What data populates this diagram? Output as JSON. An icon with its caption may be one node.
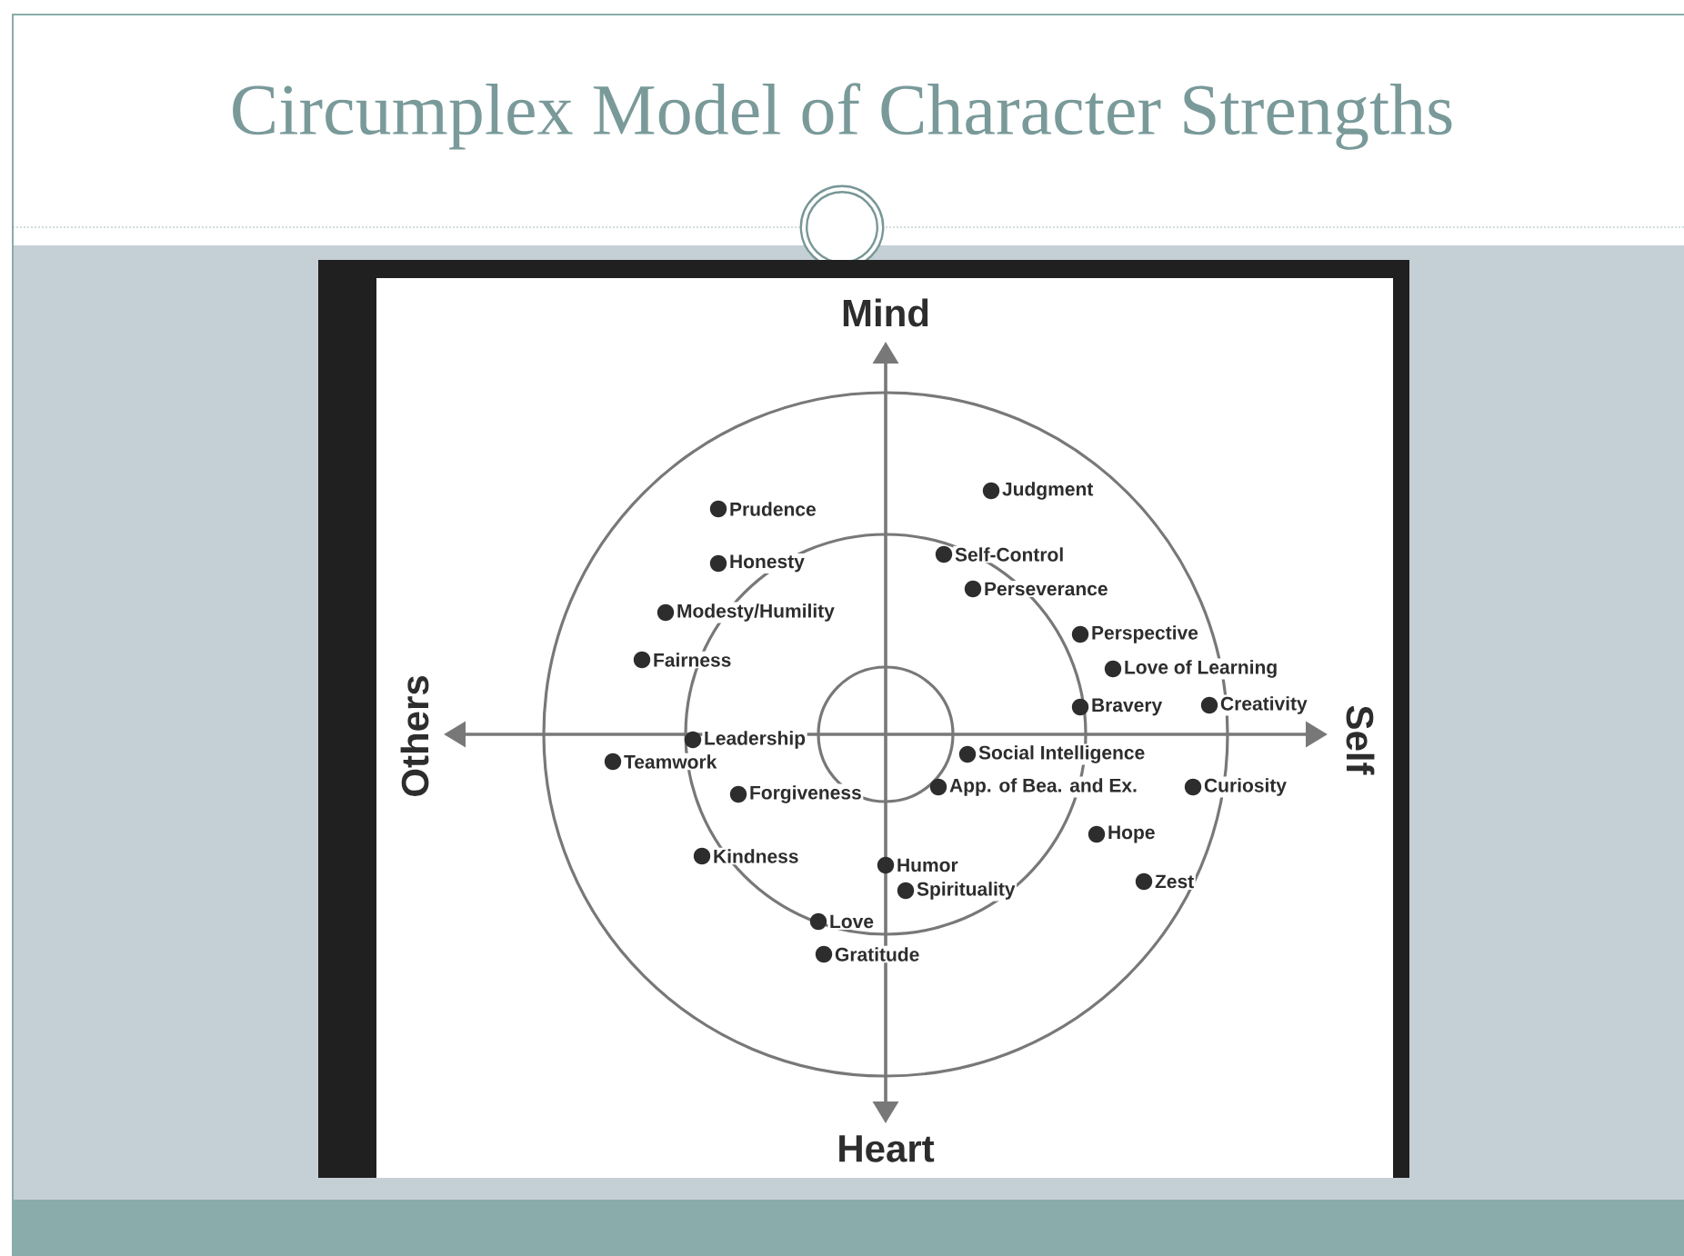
{
  "diagram": {
    "title": "Circumplex Model of Character Strengths",
    "labels": [
      "Mind",
      "Judgment",
      "Prudence",
      "Self-Control",
      "Honesty",
      "Perseverance",
      "Modesty/Humility",
      "Perspective",
      "Fairness",
      "Love of Learning",
      "Bravery",
      "Creativity",
      "Others",
      "Leadership",
      "Self",
      "Social Intelligence",
      "Teamwork",
      "Forgiveness",
      "App. of Bea. and Ex.",
      "Curiosity",
      "Hope",
      "Kindness",
      "Humor",
      "Zest",
      "Spirituality",
      "Love",
      "Gratitude",
      "Heart"
    ]
  }
}
